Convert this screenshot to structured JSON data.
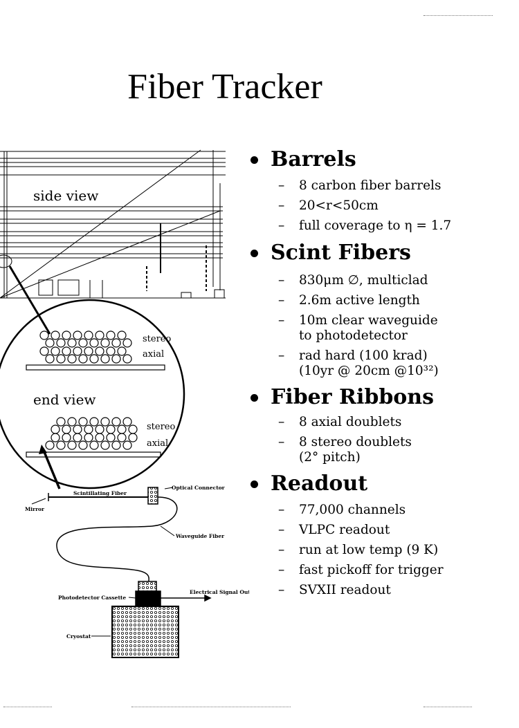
{
  "title": "Fiber Tracker",
  "diagram": {
    "side_view_label": "side view",
    "end_view_label": "end view",
    "stereo_label": "stereo",
    "axial_label": "axial",
    "schematic": {
      "scintillating_fiber": "Scintillating Fiber",
      "optical_connector": "Optical Connector",
      "mirror": "Mirror",
      "waveguide_fiber": "Waveguide Fiber",
      "photodetector_cassette": "Photodetector Cassette",
      "electrical_signal_out": "Electrical Signal Out",
      "cryostat": "Cryostat"
    }
  },
  "sections": [
    {
      "heading": "Barrels",
      "items": [
        {
          "text": "8 carbon fiber barrels"
        },
        {
          "text": "20<r<50cm"
        },
        {
          "text": "full coverage to η = 1.7"
        }
      ]
    },
    {
      "heading": "Scint Fibers",
      "items": [
        {
          "text": "830μm ∅, multiclad"
        },
        {
          "text": "2.6m active length"
        },
        {
          "text": "10m clear waveguide",
          "sub": "to photodetector"
        },
        {
          "text": "rad hard  (100 krad)",
          "sub": "(10yr @ 20cm @10³²)"
        }
      ]
    },
    {
      "heading": "Fiber Ribbons",
      "items": [
        {
          "text": "8 axial doublets"
        },
        {
          "text": "8 stereo doublets",
          "sub": "(2° pitch)"
        }
      ]
    },
    {
      "heading": "Readout",
      "items": [
        {
          "text": "77,000 channels"
        },
        {
          "text": "VLPC readout"
        },
        {
          "text": "run at low temp (9 K)"
        },
        {
          "text": "fast pickoff for trigger"
        },
        {
          "text": "SVXII readout"
        }
      ]
    }
  ]
}
